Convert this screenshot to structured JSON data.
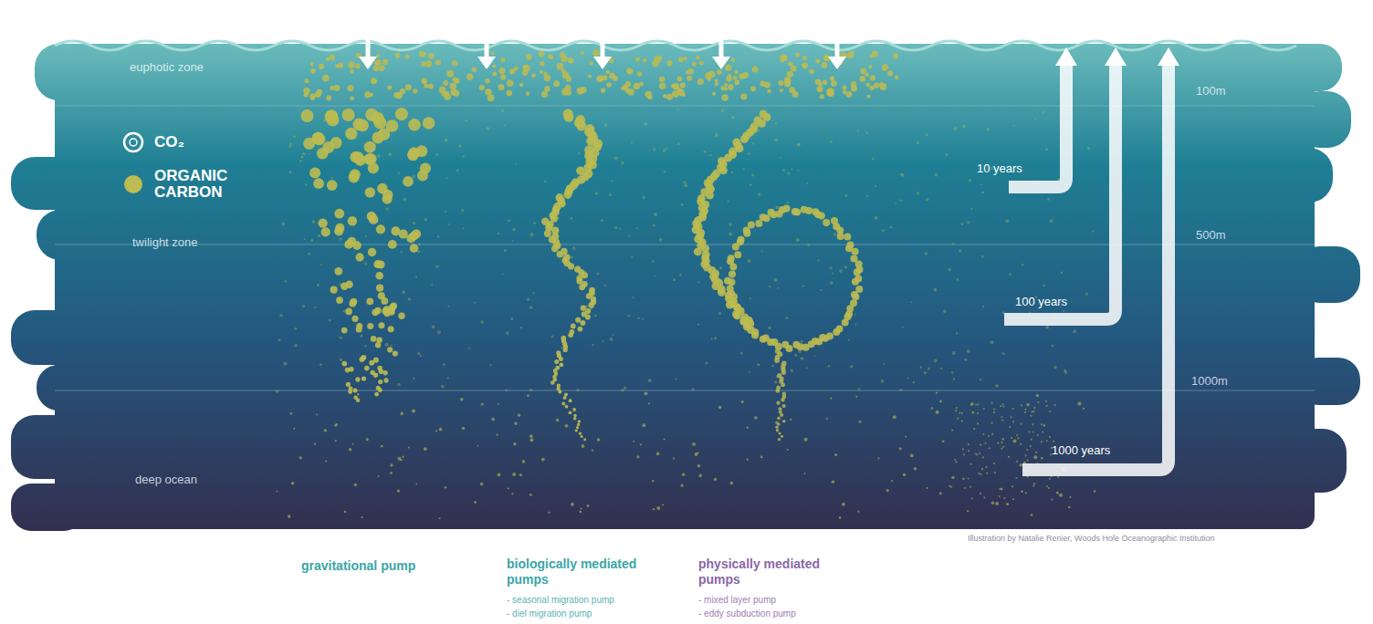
{
  "diagram": {
    "labels": [
      "CO₂",
      "CO₂",
      "CO₂",
      "CO₂",
      "CO₂",
      "CO₂",
      "CO₂",
      "euphotic zone",
      "twilight zone",
      "deep ocean",
      "100m",
      "500m",
      "1000m",
      "10 years",
      "100 years",
      "1000 years",
      "gravitational pump",
      "biologically mediated pumps",
      "- seasonal migration pump",
      "- diel migration pump",
      "physically mediated pumps",
      "- mixed layer pump",
      "- eddy subduction pump",
      "Illustration by Natalie Renier, Woods Hole Oceanographic Institution"
    ],
    "legend": [
      {
        "text": "CO₂"
      },
      {
        "text": "ORGANIC CARBON",
        "color": "#bdbb52"
      }
    ]
  }
}
